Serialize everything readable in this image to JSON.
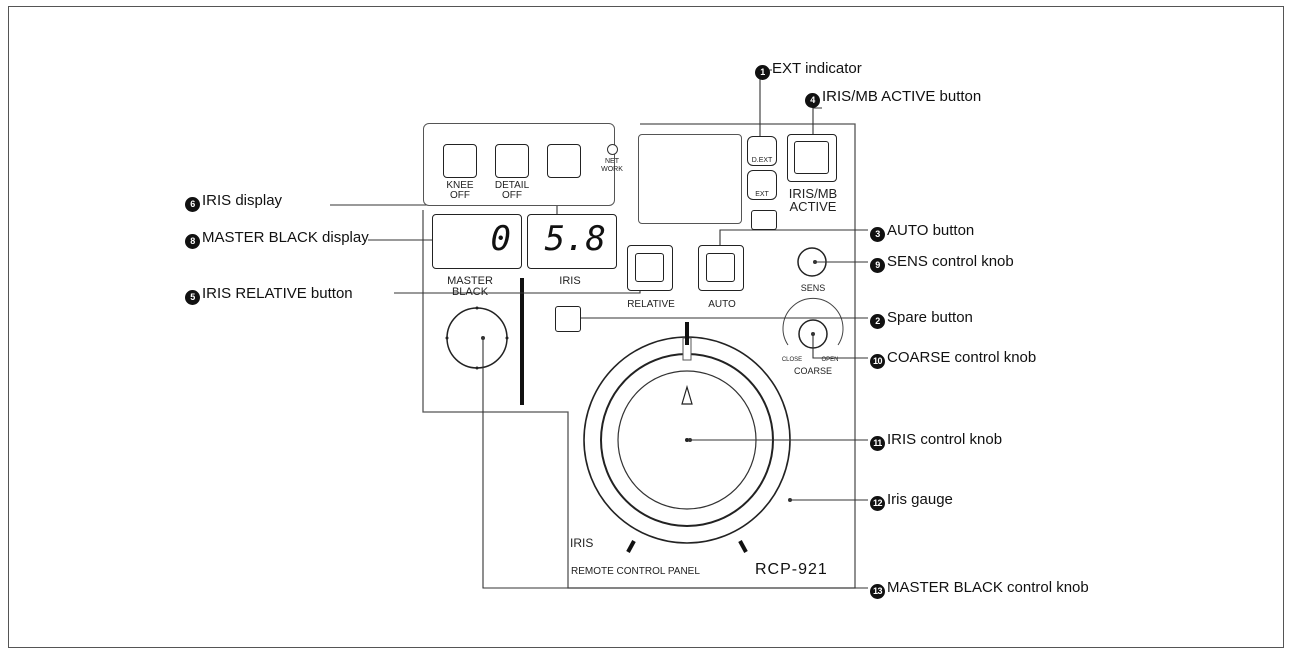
{
  "callouts": {
    "ext_indicator": {
      "num": "1",
      "text": "EXT indicator"
    },
    "spare_button": {
      "num": "2",
      "text": "Spare button"
    },
    "auto_button": {
      "num": "3",
      "text": "AUTO button"
    },
    "iris_mb_active_button": {
      "num": "4",
      "text": "IRIS/MB ACTIVE button"
    },
    "iris_relative_button": {
      "num": "5",
      "text": "IRIS RELATIVE button"
    },
    "iris_display": {
      "num": "6",
      "text": "IRIS display"
    },
    "master_black_display": {
      "num": "8",
      "text": "MASTER BLACK display"
    },
    "sens_knob": {
      "num": "9",
      "text": "SENS control knob"
    },
    "coarse_knob": {
      "num": "10",
      "text": "COARSE control knob"
    },
    "iris_knob": {
      "num": "11",
      "text": "IRIS control knob"
    },
    "iris_gauge": {
      "num": "12",
      "text": "Iris gauge"
    },
    "master_black_knob": {
      "num": "13",
      "text": "MASTER BLACK control knob"
    }
  },
  "panel": {
    "knee_off": "KNEE\nOFF",
    "detail_off": "DETAIL\nOFF",
    "network": "NET\nWORK",
    "d_ext": "D.EXT",
    "ext": "EXT",
    "iris_mb_active": "IRIS/MB\nACTIVE",
    "master_black_value": "0",
    "iris_value": "5.8",
    "master_black_label": "MASTER\nBLACK",
    "iris_label": "IRIS",
    "relative_label": "RELATIVE",
    "auto_label": "AUTO",
    "sens_label": "SENS",
    "close_label": "CLOSE",
    "open_label": "OPEN",
    "coarse_label": "COARSE",
    "iris_knob_label": "IRIS",
    "panel_name": "REMOTE CONTROL PANEL",
    "model": "RCP-921"
  }
}
